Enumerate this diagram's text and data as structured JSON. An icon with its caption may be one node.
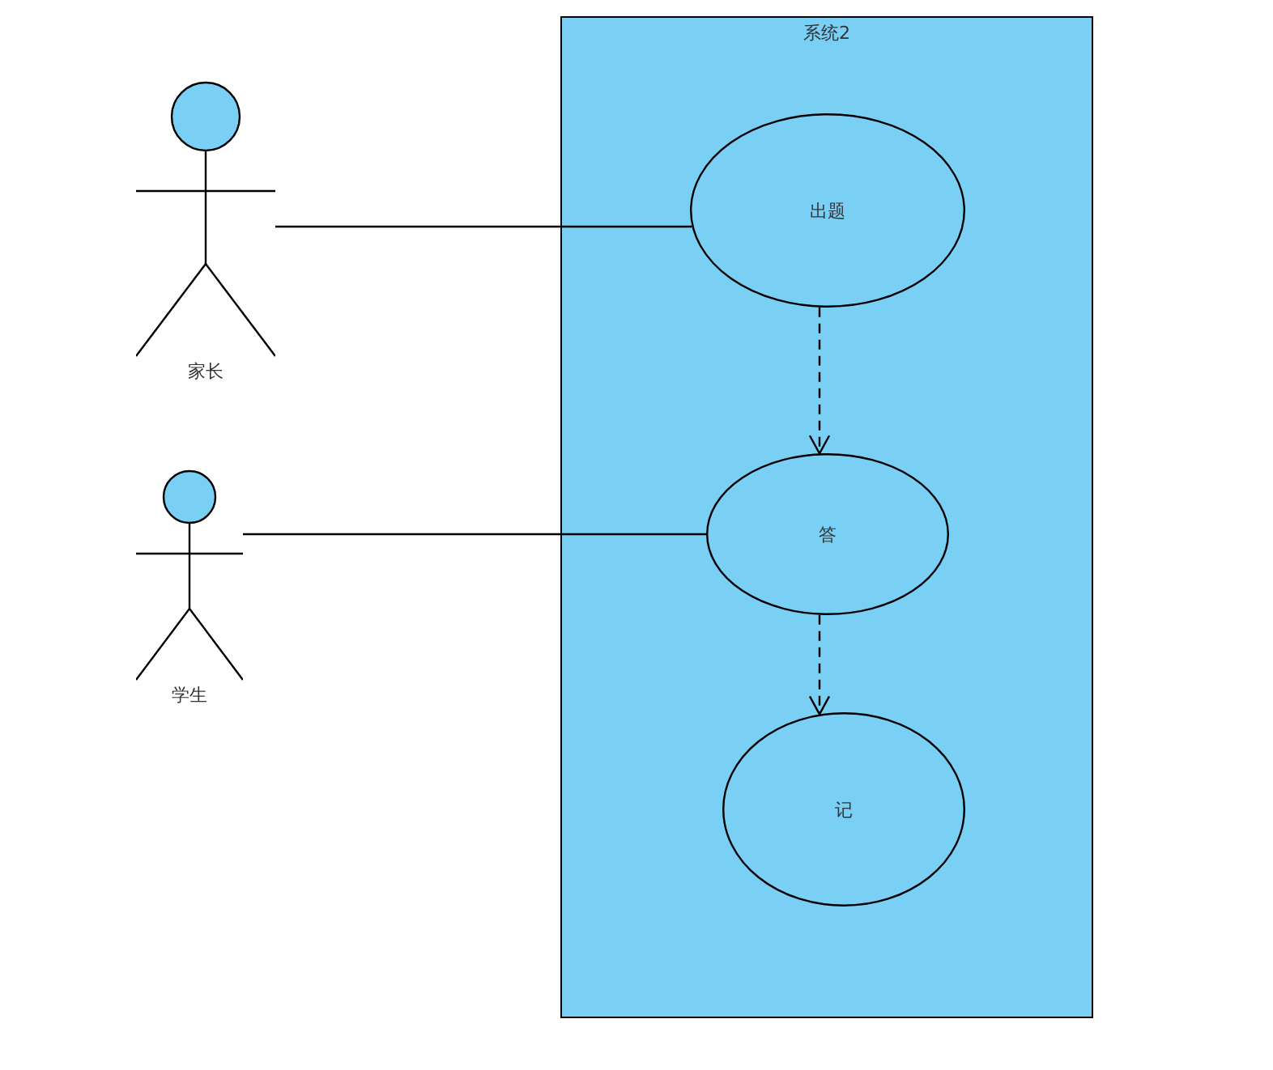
{
  "diagram": {
    "nodes": [
      {
        "text": [
          "系统2"
        ]
      },
      {
        "text": [
          "家长"
        ]
      },
      {
        "text": [
          "学生"
        ]
      },
      {
        "text": [
          "出题"
        ],
        "in": 0
      },
      {
        "text": [
          "答"
        ],
        "in": 0
      },
      {
        "text": [
          "记"
        ],
        "in": 0
      }
    ],
    "edges": [
      {
        "from": 1,
        "to": 3,
        "arrow": "none"
      },
      {
        "from": 2,
        "to": 4,
        "arrow": "none"
      },
      {
        "from": 3,
        "to": 4,
        "arrow": "to",
        "style": "dashed"
      },
      {
        "from": 4,
        "to": 5,
        "arrow": "to",
        "style": "dashed"
      }
    ]
  }
}
